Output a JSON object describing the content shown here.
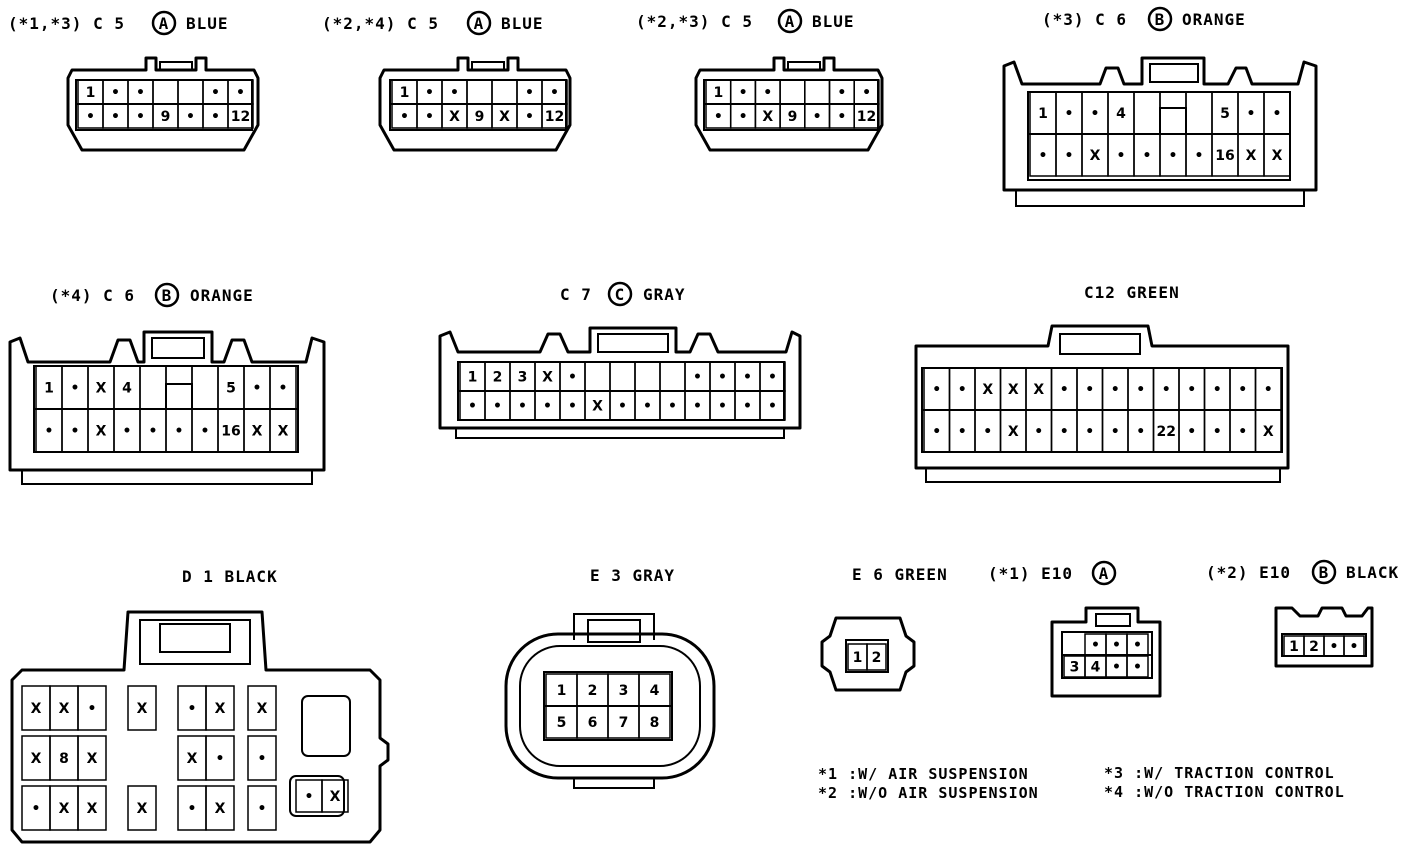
{
  "connectors": {
    "c5a1": {
      "prefix": "(*1,*3) C 5",
      "letter": "A",
      "color": "BLUE",
      "top": [
        "1",
        "•",
        "•",
        "",
        "",
        "•",
        "•"
      ],
      "bottom": [
        "•",
        "•",
        "•",
        "9",
        "•",
        "•",
        "12"
      ]
    },
    "c5a2": {
      "prefix": "(*2,*4) C 5",
      "letter": "A",
      "color": "BLUE",
      "top": [
        "1",
        "•",
        "•",
        "",
        "",
        "•",
        "•"
      ],
      "bottom": [
        "•",
        "•",
        "X",
        "9",
        "X",
        "•",
        "12"
      ]
    },
    "c5a3": {
      "prefix": "(*2,*3) C 5",
      "letter": "A",
      "color": "BLUE",
      "top": [
        "1",
        "•",
        "•",
        "",
        "",
        "•",
        "•"
      ],
      "bottom": [
        "•",
        "•",
        "X",
        "9",
        "•",
        "•",
        "12"
      ]
    },
    "c6b3": {
      "prefix": "(*3) C 6",
      "letter": "B",
      "color": "ORANGE",
      "top": [
        "1",
        "•",
        "•",
        "4",
        "",
        "",
        "",
        "5",
        "•",
        "•"
      ],
      "bottom": [
        "•",
        "•",
        "X",
        "•",
        "•",
        "•",
        "•",
        "16",
        "X",
        "X"
      ]
    },
    "c6b4": {
      "prefix": "(*4) C 6",
      "letter": "B",
      "color": "ORANGE",
      "top": [
        "1",
        "•",
        "X",
        "4",
        "",
        "",
        "",
        "5",
        "•",
        "•"
      ],
      "bottom": [
        "•",
        "•",
        "X",
        "•",
        "•",
        "•",
        "•",
        "16",
        "X",
        "X"
      ]
    },
    "c7": {
      "prefix": "C 7",
      "letter": "C",
      "color": "GRAY",
      "top": [
        "1",
        "2",
        "3",
        "X",
        "•",
        "",
        "",
        "",
        "",
        "•",
        "•",
        "•",
        "•"
      ],
      "bottom": [
        "•",
        "•",
        "•",
        "•",
        "•",
        "X",
        "•",
        "•",
        "•",
        "•",
        "•",
        "•",
        "•"
      ]
    },
    "c12": {
      "label": "C12 GREEN",
      "top": [
        "•",
        "•",
        "X",
        "X",
        "X",
        "•",
        "•",
        "•",
        "•",
        "•",
        "•",
        "•",
        "•",
        "•"
      ],
      "bottom": [
        "•",
        "•",
        "•",
        "X",
        "•",
        "•",
        "•",
        "•",
        "•",
        "22",
        "•",
        "•",
        "•",
        "X"
      ]
    },
    "d1": {
      "label": "D 1 BLACK",
      "pins": [
        "X",
        "X",
        "•",
        "X",
        "•",
        "X",
        "X",
        "X",
        "8",
        "X",
        "X",
        "•",
        "•",
        "•",
        "X",
        "X",
        "X",
        "•",
        "X",
        "•",
        "•",
        "X"
      ]
    },
    "e3": {
      "label": "E 3 GRAY",
      "pins": [
        "1",
        "2",
        "3",
        "4",
        "5",
        "6",
        "7",
        "8"
      ]
    },
    "e6": {
      "label": "E 6 GREEN",
      "pins": [
        "1",
        "2"
      ]
    },
    "e10a": {
      "prefix": "(*1) E10",
      "letter": "A",
      "pins": [
        "•",
        "•",
        "•",
        "3",
        "4",
        "•",
        "•"
      ]
    },
    "e10b": {
      "prefix": "(*2) E10",
      "letter": "B",
      "color": "BLACK",
      "pins": [
        "1",
        "2",
        "•",
        "•"
      ]
    }
  },
  "notes": [
    "*1 :W/ AIR SUSPENSION",
    "*2 :W/O AIR SUSPENSION",
    "*3 :W/ TRACTION CONTROL",
    "*4 :W/O TRACTION CONTROL"
  ]
}
